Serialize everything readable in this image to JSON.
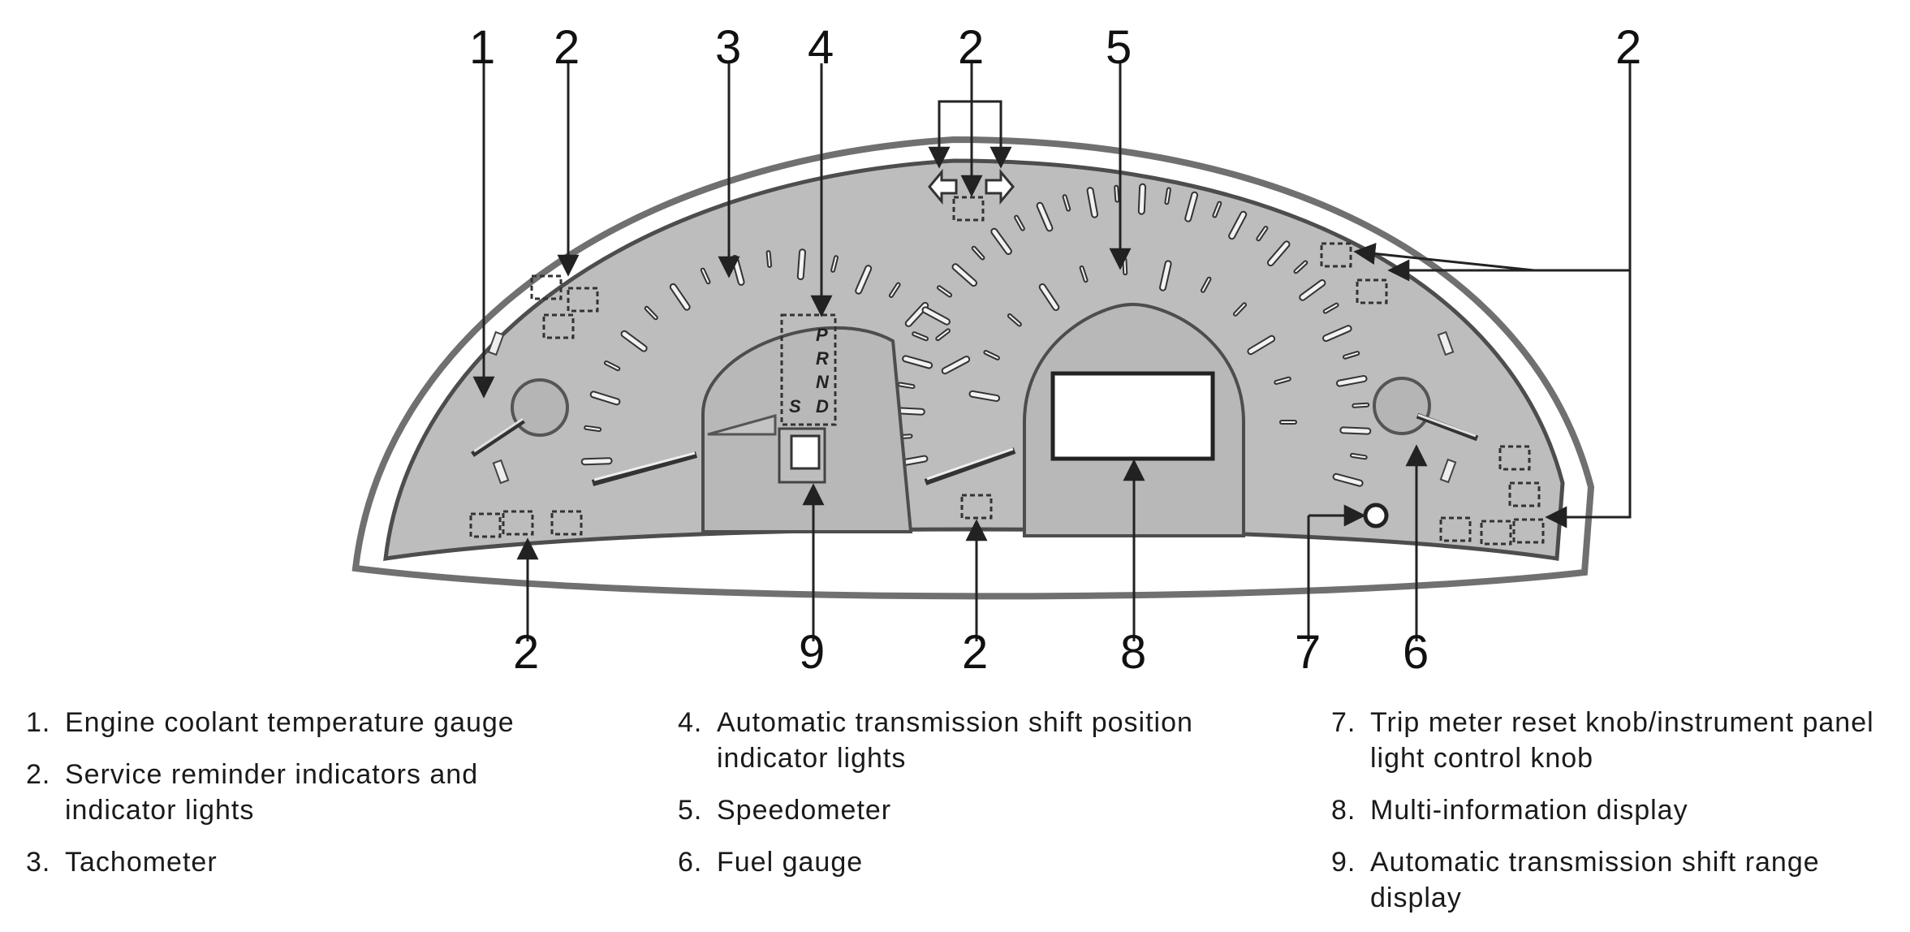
{
  "diagram": {
    "callouts_top": [
      "1",
      "2",
      "3",
      "4",
      "2",
      "5",
      "2"
    ],
    "callouts_bottom": [
      "2",
      "9",
      "2",
      "8",
      "7",
      "6"
    ],
    "shift_letters": [
      "P",
      "R",
      "N",
      "D",
      "S"
    ]
  },
  "legend": [
    {
      "num": "1.",
      "text": "Engine coolant temperature gauge"
    },
    {
      "num": "2.",
      "text": "Service reminder indicators and indicator lights"
    },
    {
      "num": "3.",
      "text": "Tachometer"
    },
    {
      "num": "4.",
      "text": "Automatic transmission shift position indicator lights"
    },
    {
      "num": "5.",
      "text": "Speedometer"
    },
    {
      "num": "6.",
      "text": "Fuel gauge"
    },
    {
      "num": "7.",
      "text": "Trip meter reset knob/instrument panel light control knob"
    },
    {
      "num": "8.",
      "text": "Multi-information display"
    },
    {
      "num": "9.",
      "text": "Automatic transmission shift range display"
    }
  ],
  "colors": {
    "panel_fill": "#bdbdbd",
    "outline": "#555555",
    "callout_line": "#222222"
  }
}
